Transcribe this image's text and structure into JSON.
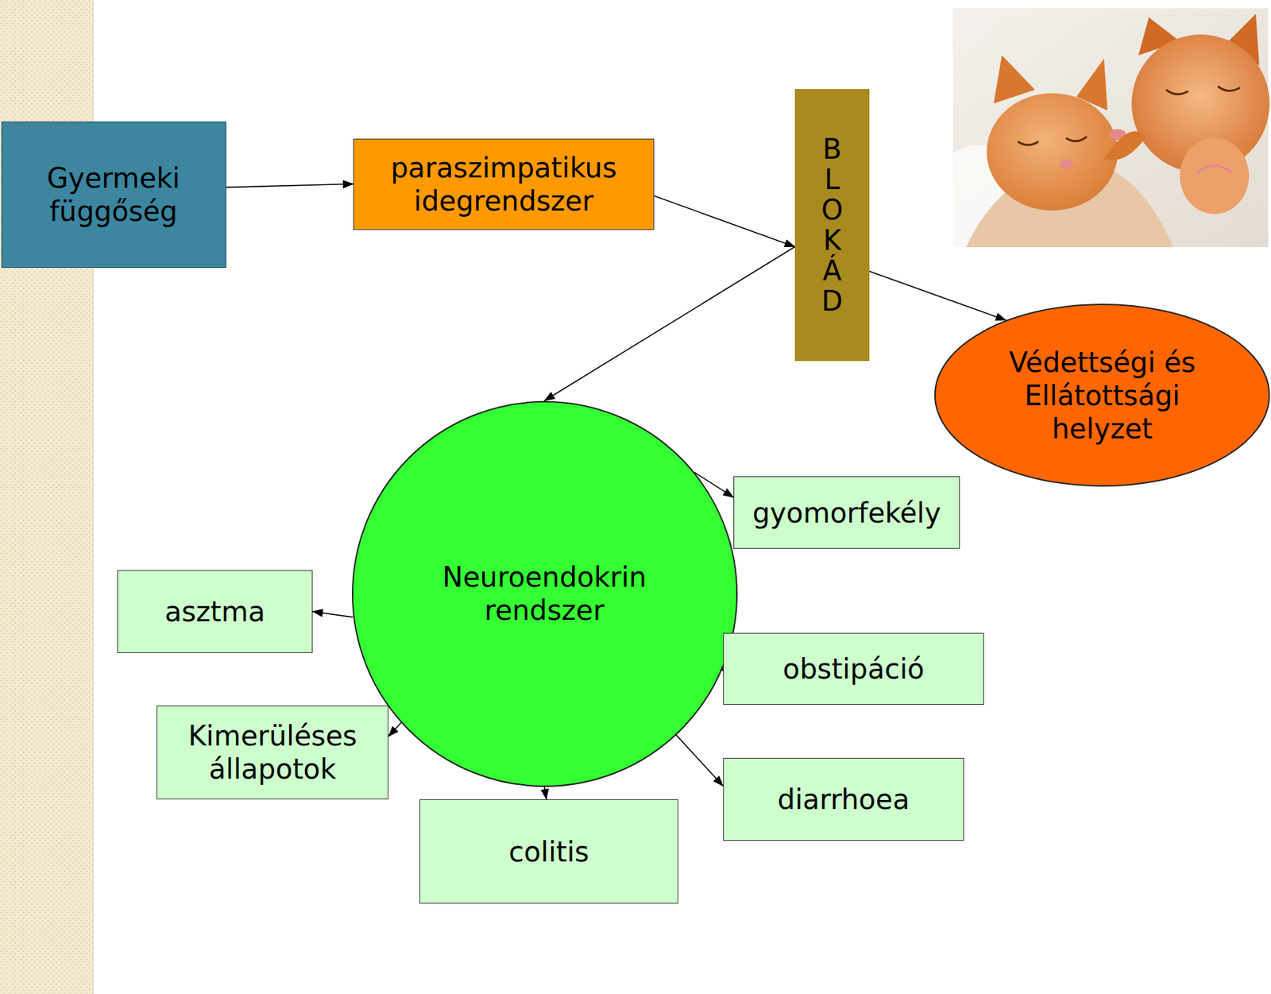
{
  "diagram": {
    "nodes": [
      {
        "text": [
          "Gyermeki függőség"
        ]
      },
      {
        "text": [
          "paraszimpatikus idegrendszer"
        ]
      },
      {
        "text": [
          "BLOKÁD"
        ]
      },
      {
        "text": [
          "Védettségi és Ellátottsági helyzet"
        ]
      },
      {
        "text": [
          "Neuroendokrin rendszer"
        ]
      },
      {
        "text": [
          "gyomorfekély"
        ]
      },
      {
        "text": [
          "asztma"
        ]
      },
      {
        "text": [
          "obstipáció"
        ]
      },
      {
        "text": [
          "Kimerüléses állapotok"
        ]
      },
      {
        "text": [
          "diarrhoea"
        ]
      },
      {
        "text": [
          "colitis"
        ]
      }
    ],
    "edges": [
      {
        "from": 0,
        "to": 1,
        "arrow": "to"
      },
      {
        "from": 1,
        "to": 2,
        "arrow": "to"
      },
      {
        "from": 2,
        "to": 3,
        "arrow": "to"
      },
      {
        "from": 2,
        "to": 4,
        "arrow": "to"
      },
      {
        "from": 4,
        "to": 5,
        "arrow": "to"
      },
      {
        "from": 4,
        "to": 6,
        "arrow": "to"
      },
      {
        "from": 4,
        "to": 7,
        "arrow": "to"
      },
      {
        "from": 4,
        "to": 8,
        "arrow": "to"
      },
      {
        "from": 4,
        "to": 9,
        "arrow": "to"
      },
      {
        "from": 4,
        "to": 10,
        "arrow": "to"
      }
    ]
  }
}
